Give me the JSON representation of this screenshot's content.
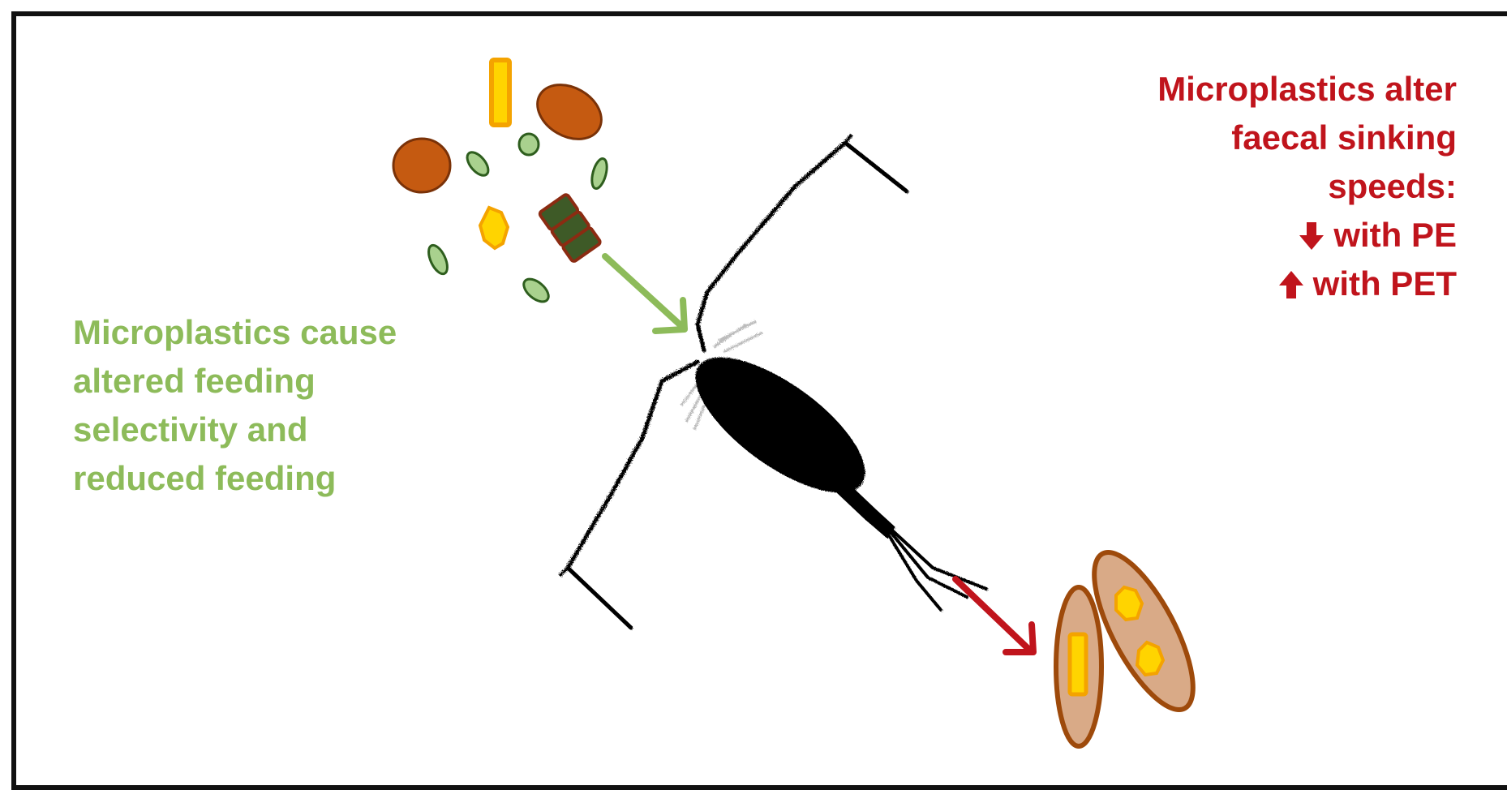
{
  "feeding_label": {
    "lines": [
      "Microplastics cause",
      "altered feeding",
      "selectivity and",
      "reduced feeding"
    ]
  },
  "sinking_label": {
    "lines": [
      "Microplastics alter",
      "faecal sinking",
      "speeds:"
    ],
    "effects": [
      {
        "icon": "down-arrow-icon",
        "text": "with PE"
      },
      {
        "icon": "up-arrow-icon",
        "text": "with PET"
      }
    ]
  },
  "colors": {
    "feeding_text": "#8dbb5a",
    "sinking_text": "#c0141c",
    "feeding_arrow": "#8dbb5a",
    "sinking_arrow": "#c0141c",
    "algae_fill": "#a9d18e",
    "algae_stroke": "#2e5e1e",
    "ciliate_fill": "#c55a11",
    "ciliate_stroke": "#7a3208",
    "microplastic_fill": "#ffd400",
    "microplastic_stroke": "#f4a300",
    "diatom_fill": "#3e5a27",
    "diatom_stroke": "#8b2b12",
    "faecal_fill": "#d9aa87",
    "faecal_stroke": "#9e4a0b",
    "copepod": "#000000",
    "frame": "#111111"
  }
}
